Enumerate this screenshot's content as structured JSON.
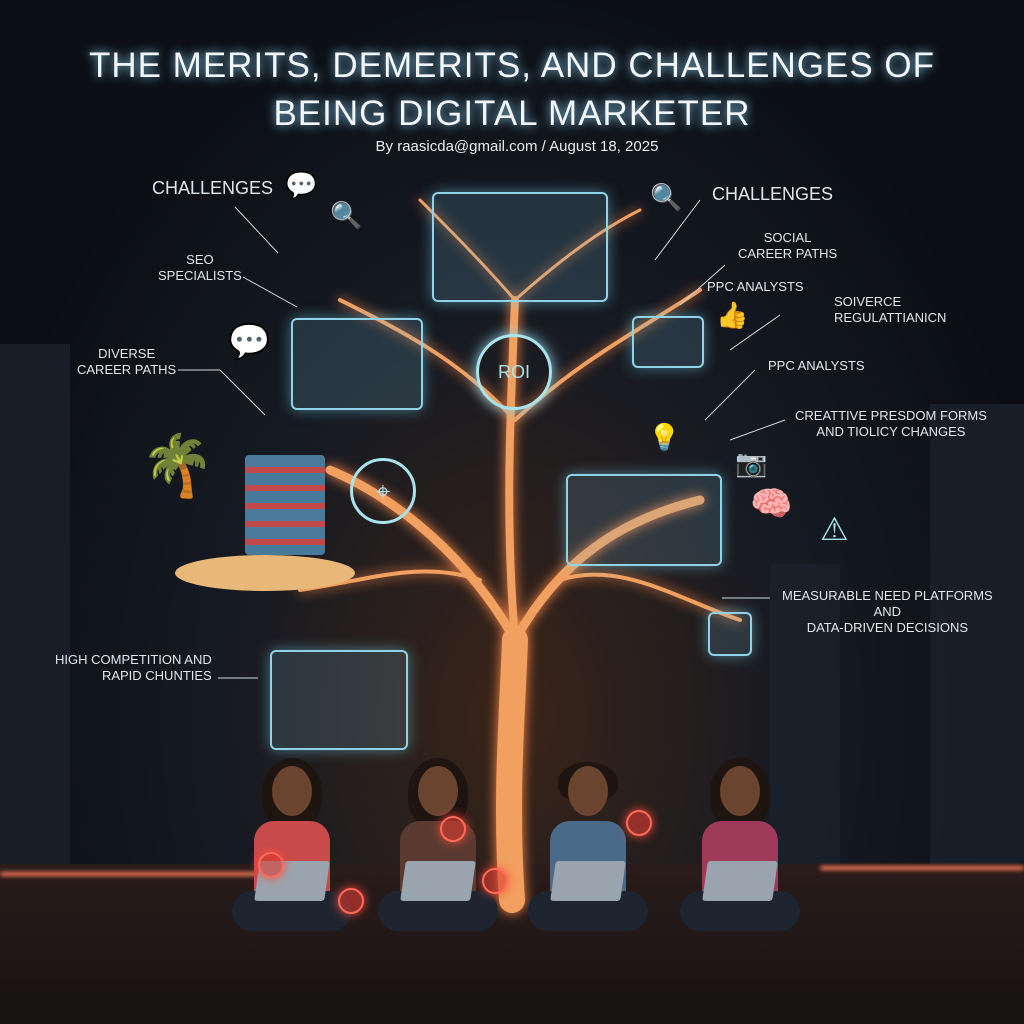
{
  "header": {
    "title_line1": "THE MERITS, DEMERITS, AND CHALLENGES OF",
    "title_line2": "BEING DIGITAL MARKETER",
    "byline": "By raasicda@gmail.com / August 18, 2025"
  },
  "labels": {
    "challenges_left": "CHALLENGES",
    "seo_1": "SEO",
    "seo_2": "SPECIALISTS",
    "diverse_1": "DIVERSE",
    "diverse_2": "CAREER PATHS",
    "high_1": "HIGH COMPETITION AND",
    "high_2": "RAPID CHUNTIES",
    "challenges_right": "CHALLENGES",
    "social_1": "SOCIAL",
    "social_2": "CAREER PATHS",
    "ppc_1": "PPC ANALYSTS",
    "soiverce_1": "SOIVERCE",
    "soiverce_2": "REGULATTIANICN",
    "ppc_2": "PPC ANALYSTS",
    "creative_1": "CREATTIVE PRESDOM FORMS",
    "creative_2": "AND TIOLICY CHANGES",
    "measurable_1": "MEASURABLE NEED PLATFORMS",
    "measurable_2": "AND",
    "measurable_3": "DATA-DRIVEN DECISIONS"
  },
  "center": {
    "roi": "ROI"
  },
  "colors": {
    "accent": "#8fd3e6",
    "glow": "#ff8a4a",
    "badge": "#ff4a3a"
  }
}
